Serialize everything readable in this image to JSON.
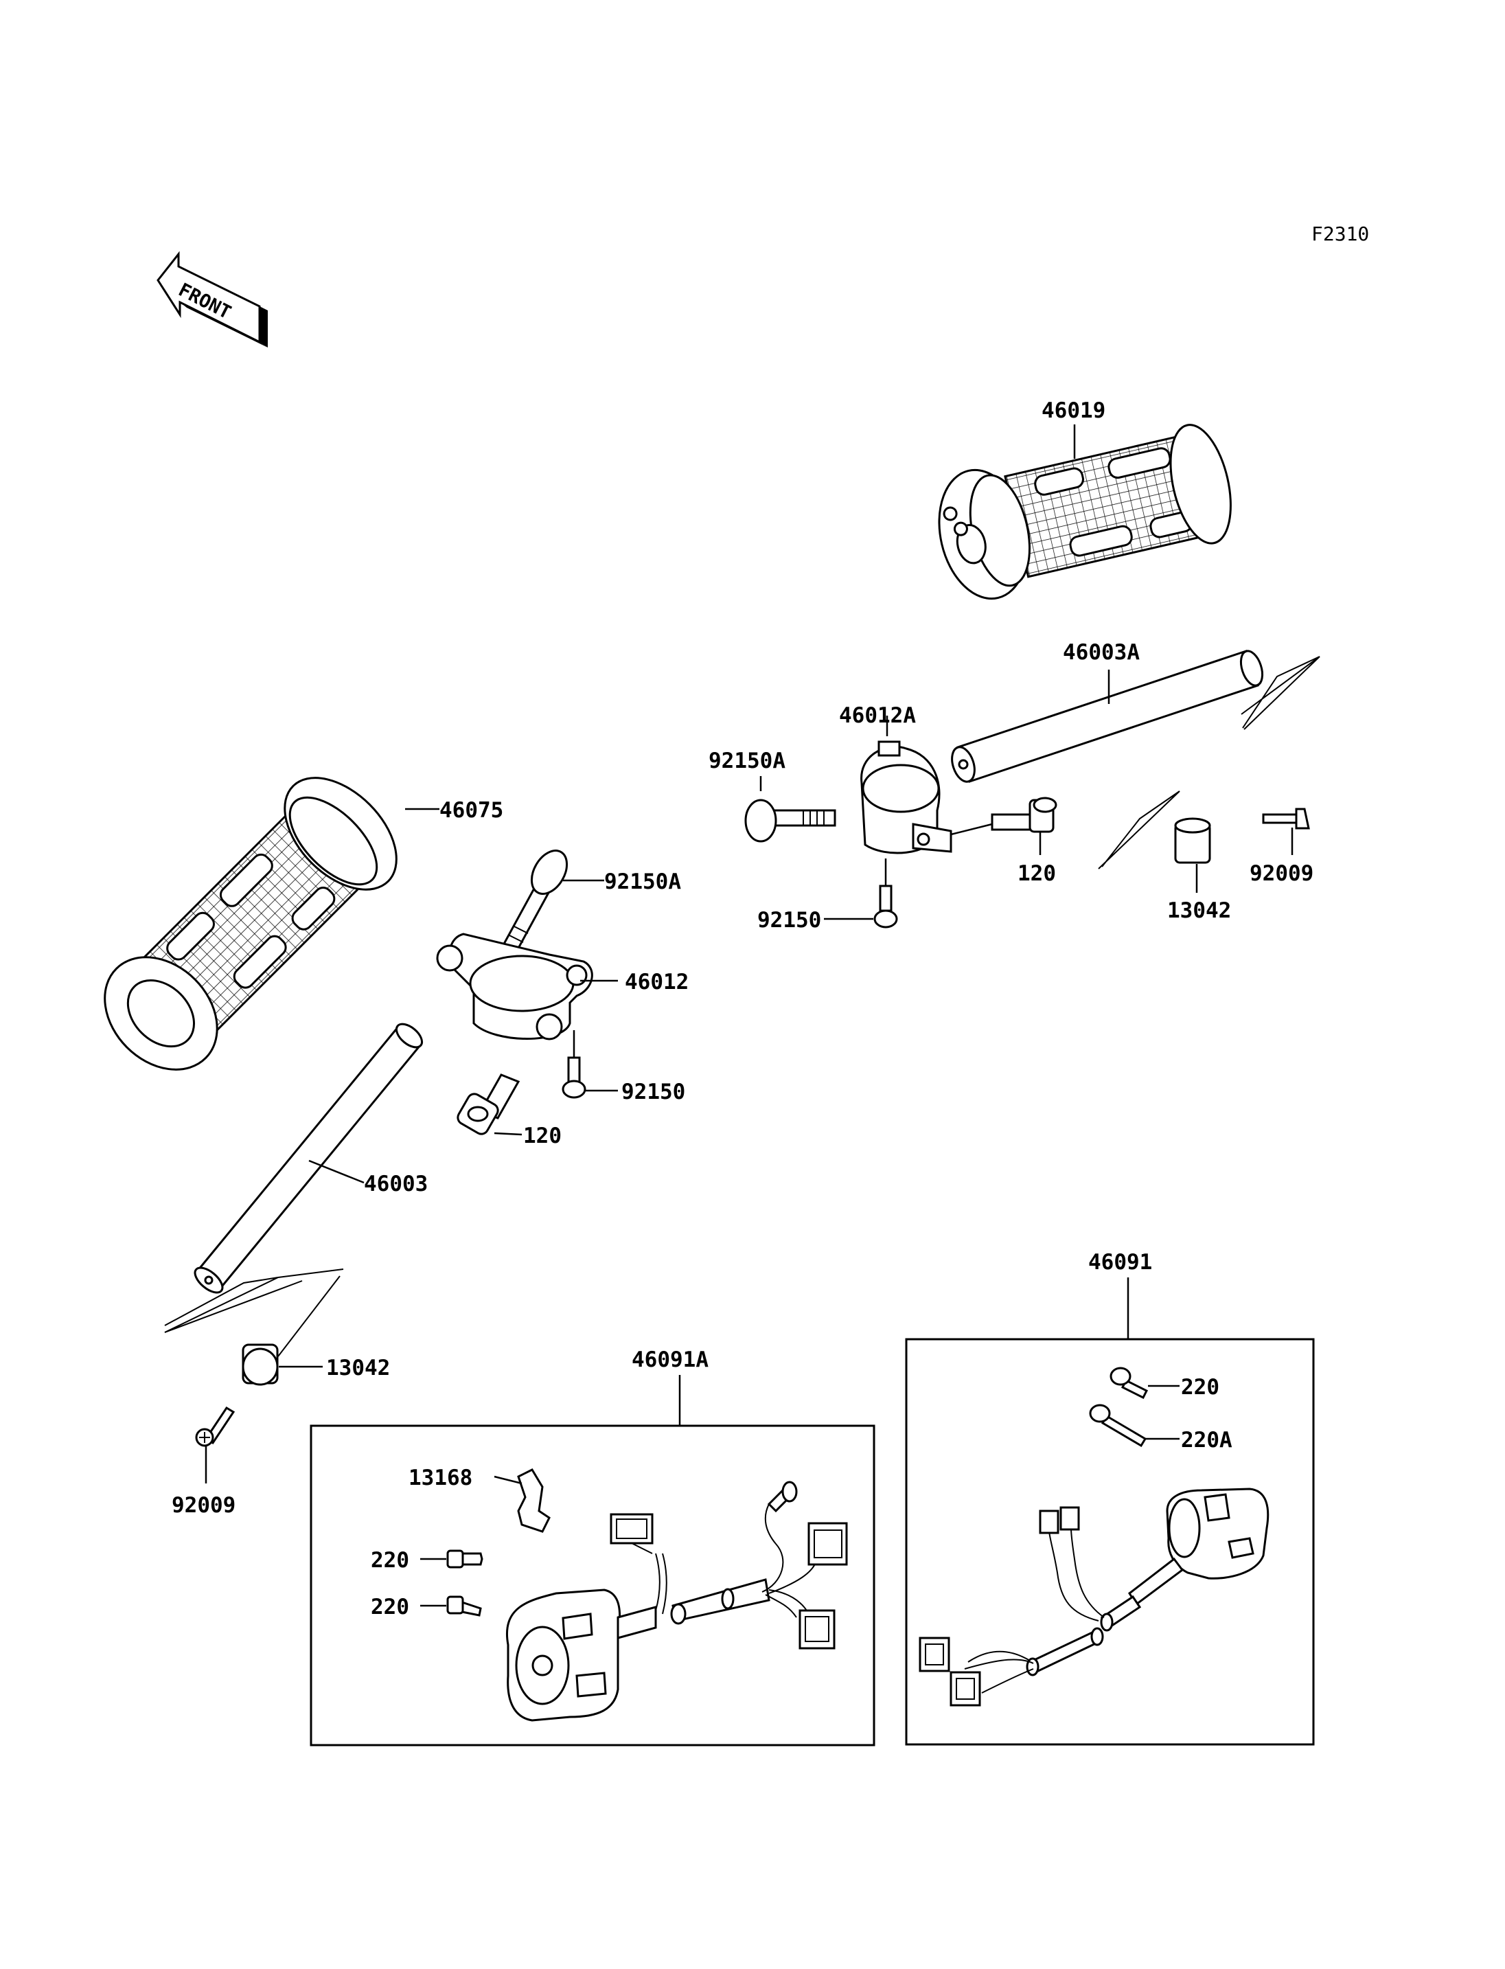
{
  "figure_code": "F2310",
  "front_badge": "FRONT",
  "parts": {
    "p46019": "46019",
    "p46003A": "46003A",
    "p46012A": "46012A",
    "p92150A_r": "92150A",
    "p120_r": "120",
    "p92150_r": "92150",
    "p13042_r": "13042",
    "p92009_r": "92009",
    "p46075": "46075",
    "p92150A_l": "92150A",
    "p46012": "46012",
    "p92150_l": "92150",
    "p120_l": "120",
    "p46003": "46003",
    "p13042_l": "13042",
    "p92009_l": "92009",
    "p46091A": "46091A",
    "p13168": "13168",
    "p220_a": "220",
    "p220_b": "220",
    "p46091": "46091",
    "p220_c": "220",
    "p220A": "220A"
  }
}
